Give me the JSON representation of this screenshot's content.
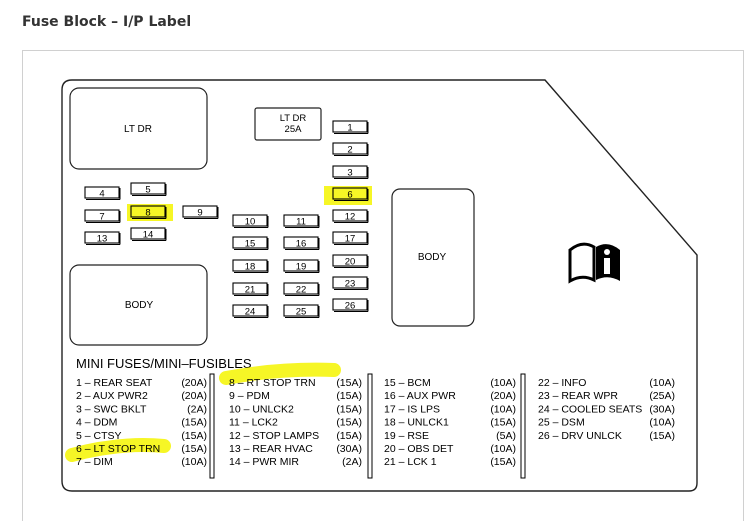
{
  "page_title": "Fuse Block – I/P Label",
  "highlight_color": "#f5f500",
  "blocks": {
    "lt_dr_top": "LT DR",
    "lt_dr_25a_line1": "LT DR",
    "lt_dr_25a_line2": "25A",
    "body_left": "BODY",
    "body_right": "BODY"
  },
  "fuse_numbers": [
    "1",
    "2",
    "3",
    "4",
    "5",
    "6",
    "7",
    "8",
    "9",
    "10",
    "11",
    "12",
    "13",
    "14",
    "15",
    "16",
    "17",
    "18",
    "19",
    "20",
    "21",
    "22",
    "23",
    "24",
    "25",
    "26"
  ],
  "highlighted_fuses": [
    "6",
    "8"
  ],
  "legend_title": "MINI FUSES/MINI–FUSIBLES",
  "legend": [
    [
      {
        "label": "1 – REAR SEAT",
        "amp": "(20A)"
      },
      {
        "label": "2 – AUX PWR2",
        "amp": "(20A)"
      },
      {
        "label": "3 – SWC BKLT",
        "amp": "(2A)"
      },
      {
        "label": "4 – DDM",
        "amp": "(15A)"
      },
      {
        "label": "5 – CTSY",
        "amp": "(15A)"
      },
      {
        "label": "6 – LT STOP TRN",
        "amp": "(15A)"
      },
      {
        "label": "7 – DIM",
        "amp": "(10A)"
      }
    ],
    [
      {
        "label": "8 – RT STOP TRN",
        "amp": "(15A)"
      },
      {
        "label": "9 – PDM",
        "amp": "(15A)"
      },
      {
        "label": "10 – UNLCK2",
        "amp": "(15A)"
      },
      {
        "label": "11 – LCK2",
        "amp": "(15A)"
      },
      {
        "label": "12 – STOP LAMPS",
        "amp": "(15A)"
      },
      {
        "label": "13 – REAR HVAC",
        "amp": "(30A)"
      },
      {
        "label": "14 – PWR MIR",
        "amp": "(2A)"
      }
    ],
    [
      {
        "label": "15 – BCM",
        "amp": "(10A)"
      },
      {
        "label": "16 – AUX PWR",
        "amp": "(20A)"
      },
      {
        "label": "17 – IS LPS",
        "amp": "(10A)"
      },
      {
        "label": "18 – UNLCK1",
        "amp": "(15A)"
      },
      {
        "label": "19 – RSE",
        "amp": "(5A)"
      },
      {
        "label": "20 – OBS DET",
        "amp": "(10A)"
      },
      {
        "label": "21 – LCK 1",
        "amp": "(15A)"
      }
    ],
    [
      {
        "label": "22 – INFO",
        "amp": "(10A)"
      },
      {
        "label": "23 – REAR WPR",
        "amp": "(25A)"
      },
      {
        "label": "24 – COOLED SEATS",
        "amp": "(30A)"
      },
      {
        "label": "25 – DSM",
        "amp": "(10A)"
      },
      {
        "label": "26 – DRV UNLCK",
        "amp": "(15A)"
      }
    ]
  ],
  "highlighted_legend_entries": [
    "6 – LT STOP TRN",
    "8 – RT STOP TRN"
  ],
  "icon": "manual-info-icon"
}
